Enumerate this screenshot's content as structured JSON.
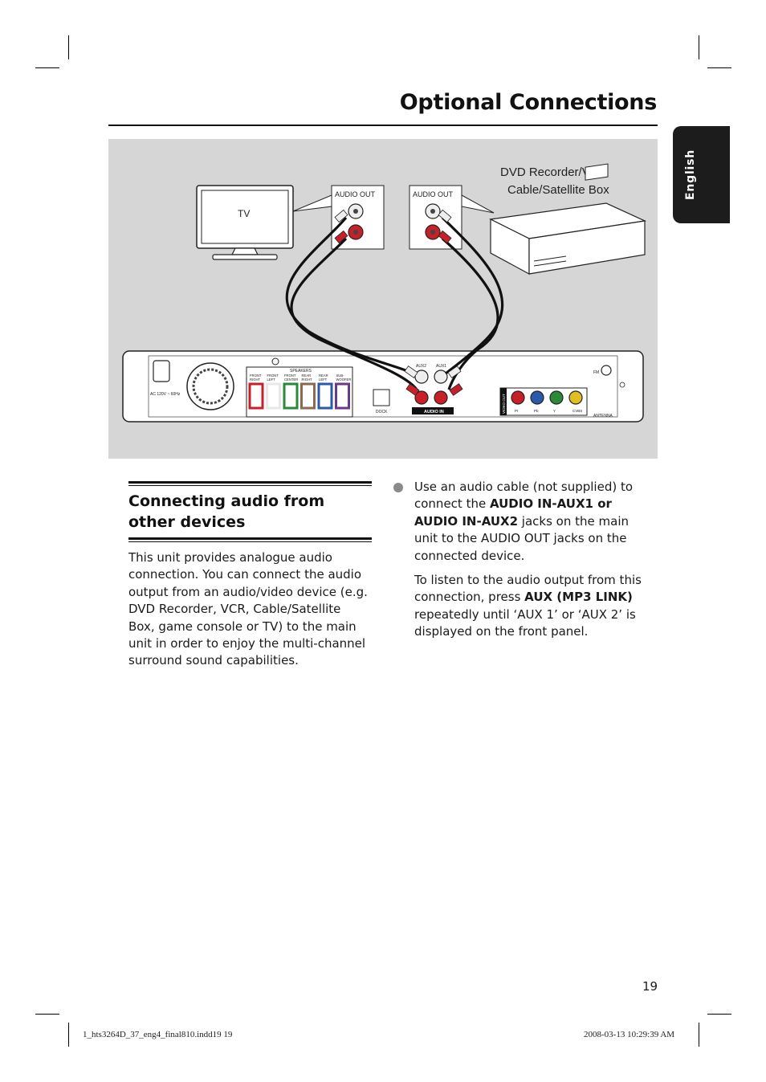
{
  "page": {
    "title": "Optional Connections",
    "language_tab": "English",
    "page_number": "19"
  },
  "diagram": {
    "tv_label": "TV",
    "tv_audio_out": "AUDIO OUT",
    "recorder_audio_out": "AUDIO OUT",
    "recorder_label_line1": "DVD Recorder/VCR",
    "recorder_label_line2": "Cable/Satellite Box",
    "unit": {
      "speakers_header": "SPEAKERS",
      "speaker_labels_top": [
        "FRONT",
        "FRONT",
        "FRONT",
        "REAR",
        "REAR",
        "SUB-"
      ],
      "speaker_labels_bottom": [
        "RIGHT",
        "LEFT",
        "CENTER",
        "RIGHT",
        "LEFT",
        "WOOFER"
      ],
      "ac_label": "AC 120V ~ 60Hz",
      "dock_label": "DOCK",
      "aux2_label": "AUX2",
      "aux1_label": "AUX1",
      "audio_in_label": "AUDIO IN",
      "video_out_label": "VIDEO OUT",
      "component_labels": [
        "Pr",
        "Pb",
        "Y",
        "CVBS"
      ],
      "fm_label": "FM",
      "antenna_label": "ANTENNA",
      "jack_colors": [
        "#c8202a",
        "#e8e8e8",
        "#2a8a3a",
        "#8a6a50",
        "#2a5aa8",
        "#6a3a8a"
      ]
    }
  },
  "section": {
    "heading": "Connecting audio from other devices",
    "intro": "This unit provides analogue audio connection. You can connect the audio output from an audio/video device (e.g. DVD Recorder, VCR, Cable/Satellite Box, game console or TV) to the main unit in order to enjoy the multi-channel surround sound capabilities.",
    "bullet_pre": "Use an audio cable (not supplied) to connect the ",
    "bullet_bold1": "AUDIO IN-AUX1 or AUDIO IN-AUX2",
    "bullet_post": " jacks on the main unit to the AUDIO OUT jacks on the connected device.",
    "para2_pre": "To listen to the audio output from this connection, press ",
    "para2_bold": "AUX (MP3 LINK)",
    "para2_post": " repeatedly until ‘AUX 1’ or ‘AUX 2’ is displayed on the front panel."
  },
  "footer": {
    "left": "1_hts3264D_37_eng4_final810.indd19   19",
    "right": "2008-03-13   10:29:39 AM"
  }
}
